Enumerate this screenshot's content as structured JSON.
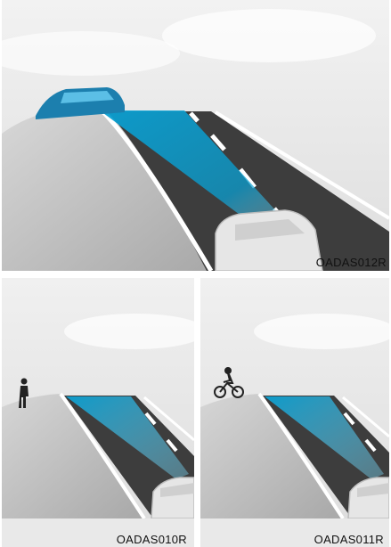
{
  "panels": [
    {
      "code": "OADAS012R",
      "scene": "vehicle-ahead-on-crest"
    },
    {
      "code": "OADAS010R",
      "scene": "pedestrian-on-crest"
    },
    {
      "code": "OADAS011R",
      "scene": "cyclist-on-crest"
    }
  ],
  "colors": {
    "sky": "#e8e8e8",
    "hill": "#c7c7c7",
    "road": "#3d3d3d",
    "lane_marking": "#ffffff",
    "sensor_beam": "#0a9fd1",
    "car_body": "#e6e6e6",
    "silhouette": "#222222"
  }
}
